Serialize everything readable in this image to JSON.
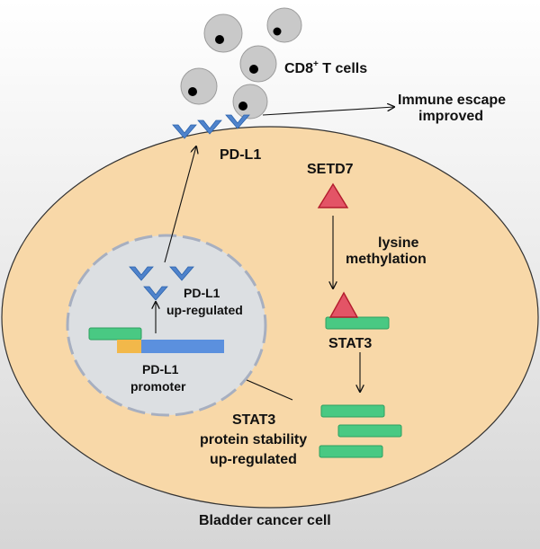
{
  "labels": {
    "cd8_t_cells": "CD8",
    "cd8_sup": "+",
    "cd8_suffix": " T cells",
    "immune_escape_line1": "Immune escape",
    "immune_escape_line2": "improved",
    "pdl1_membrane": "PD-L1",
    "setd7": "SETD7",
    "lysine_line1": "lysine",
    "lysine_line2": "methylation",
    "stat3": "STAT3",
    "stability_line1": "STAT3",
    "stability_line2": "protein stability",
    "stability_line3": "up-regulated",
    "pdl1_nucleus_line1": "PD-L1",
    "pdl1_nucleus_line2": "up-regulated",
    "promoter_line1": "PD-L1",
    "promoter_line2": "promoter",
    "cell_label": "Bladder cancer cell"
  },
  "colors": {
    "background_top": "#ffffff",
    "background_bottom": "#d6d6d6",
    "cell_fill": "#f8d8a8",
    "cell_stroke": "#333333",
    "nucleus_fill": "#dcdfe2",
    "nucleus_stroke": "#a7afc0",
    "pdl1_receptor": "#4f83cc",
    "t_cell_fill": "#c9c9c9",
    "t_cell_nucleus": "#000000",
    "setd7_fill": "#e35466",
    "setd7_stroke": "#b31c2d",
    "stat3_fill": "#49c983",
    "stat3_stroke": "#2d9f5f",
    "promoter_orange": "#f2b84a",
    "promoter_blue": "#5b90de",
    "arrow": "#111111"
  }
}
